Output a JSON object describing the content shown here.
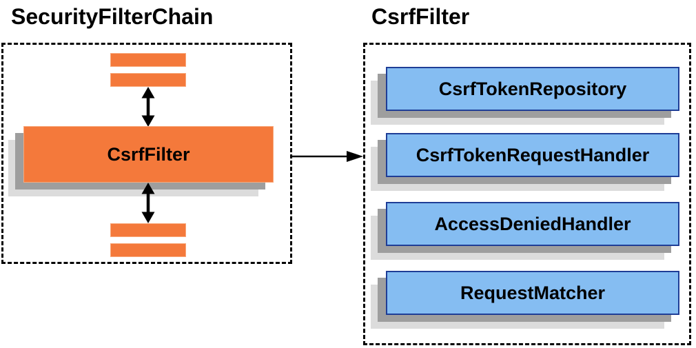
{
  "left_panel": {
    "title": "SecurityFilterChain",
    "filter_label": "CsrfFilter"
  },
  "right_panel": {
    "title": "CsrfFilter",
    "components": [
      {
        "label": "CsrfTokenRepository"
      },
      {
        "label": "CsrfTokenRequestHandler"
      },
      {
        "label": "AccessDeniedHandler"
      },
      {
        "label": "RequestMatcher"
      }
    ]
  },
  "icons": {
    "vertical_arrows": "bidirectional-arrow-icon",
    "flow_arrow": "right-arrow-icon"
  },
  "colors": {
    "background": "#ffffff",
    "text": "#000000",
    "orange_fill": "#f4793b",
    "orange_border": "#f8a97c",
    "blue_fill": "#85bdf2",
    "blue_border": "#1e3d96",
    "shadow_dark": "#9e9e9e",
    "shadow_light": "#dcdcdc",
    "arrow": "#000000"
  }
}
